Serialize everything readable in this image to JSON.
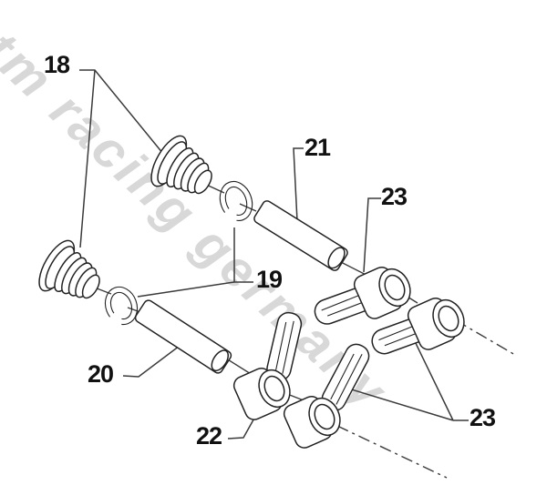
{
  "watermark": {
    "text": "tm racing germany"
  },
  "colors": {
    "background": "#ffffff",
    "line_art": "#222222",
    "leader_lines": "#3a3a3a",
    "label_text": "#111111",
    "watermark_text": "#d8d8d8"
  },
  "labels": {
    "part18": "18",
    "part19": "19",
    "part20": "20",
    "part21": "21",
    "part22": "22",
    "part23_upper": "23",
    "part23_lower": "23"
  }
}
